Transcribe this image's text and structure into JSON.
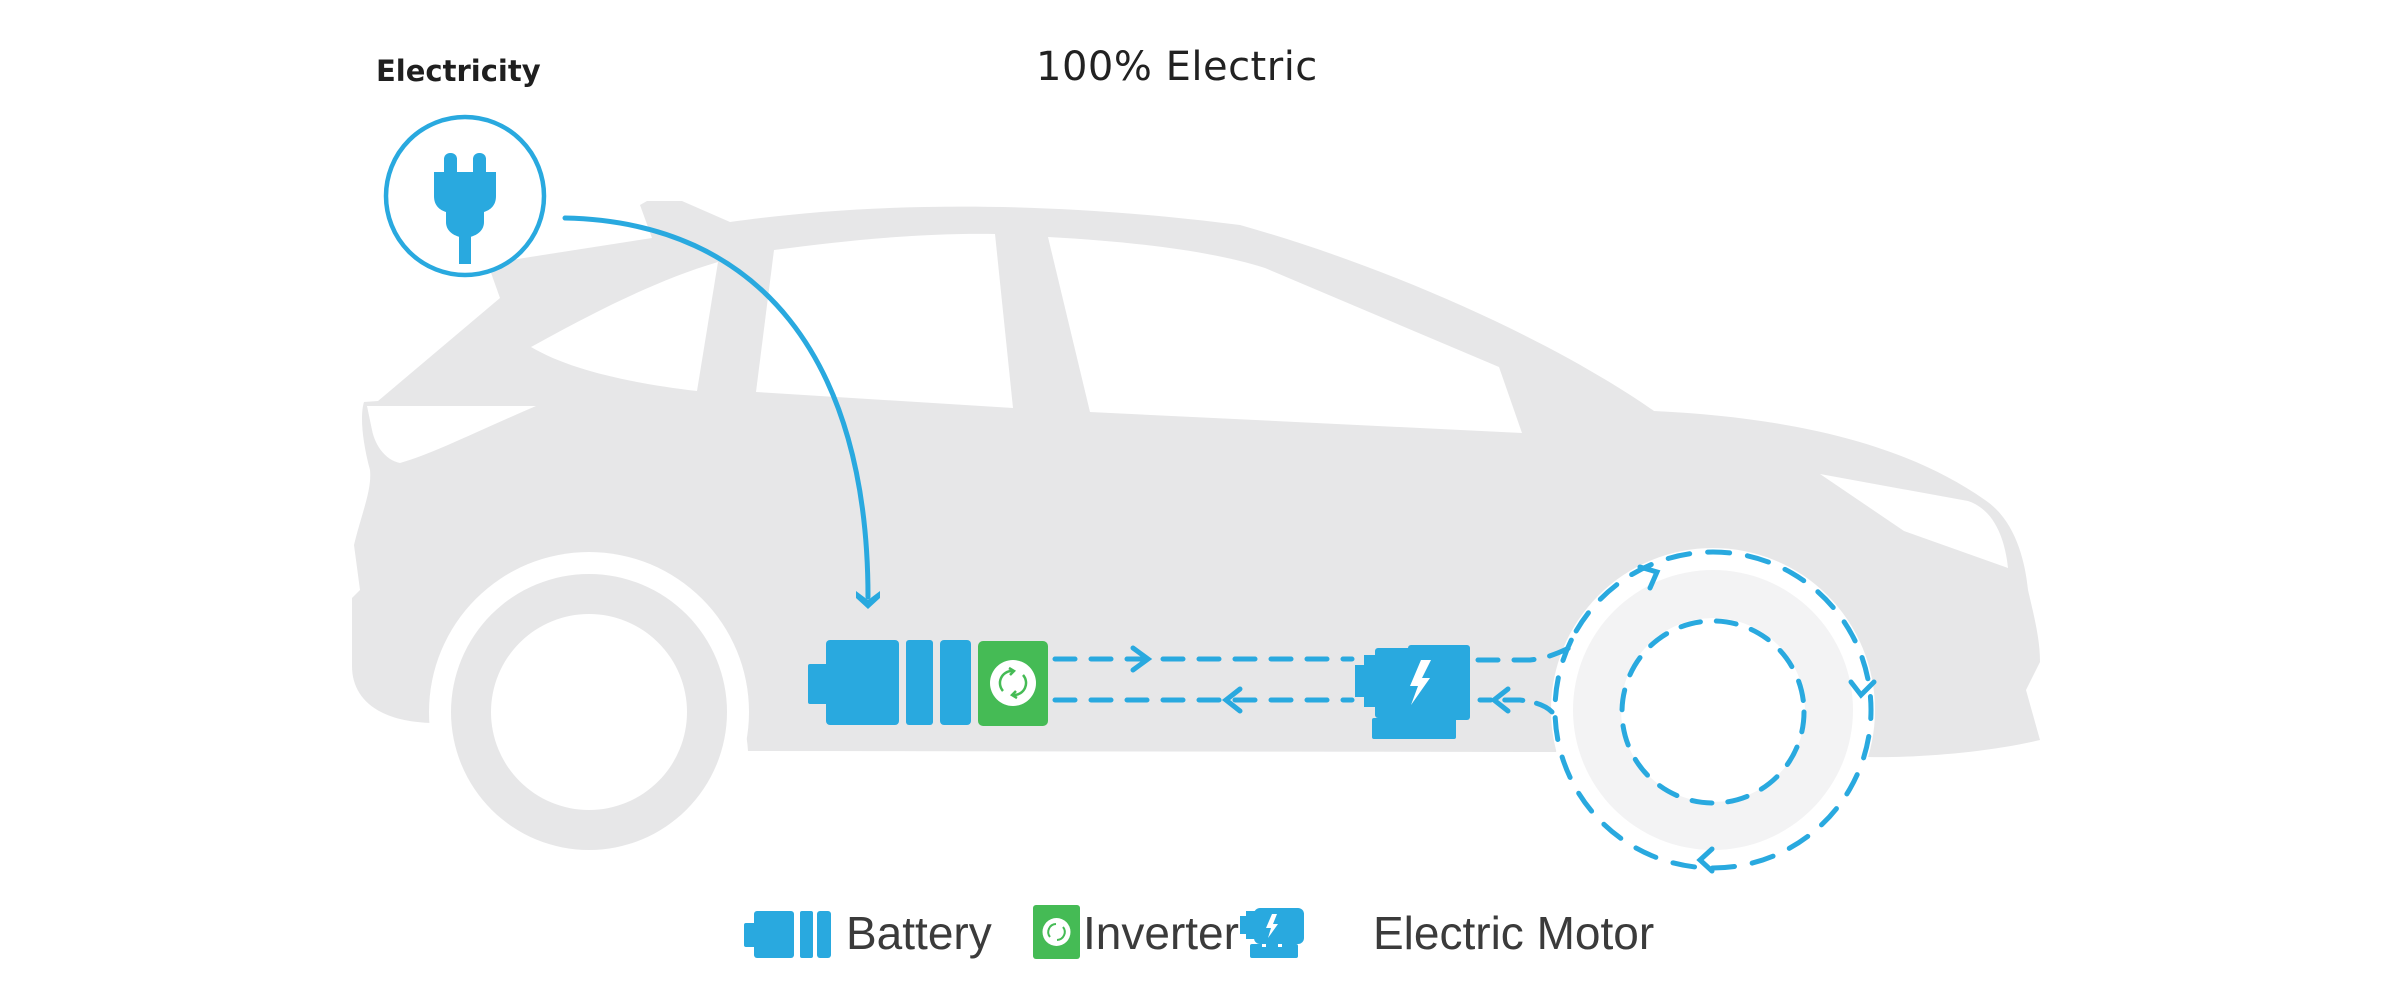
{
  "diagram": {
    "title": "100% Electric",
    "source_label": "Electricity",
    "colors": {
      "accent_blue": "#29a9df",
      "inverter_green": "#45bb55",
      "car_body": "#e7e7e8",
      "tire_inner": "#f4f4f5",
      "text_dark": "#222222",
      "legend_text": "#3b3b3b"
    },
    "components": [
      {
        "id": "power-plug",
        "icon": "plug-icon",
        "label": "Electricity"
      },
      {
        "id": "battery",
        "icon": "battery-icon",
        "label": "Battery"
      },
      {
        "id": "inverter",
        "icon": "inverter-icon",
        "label": "Inverter"
      },
      {
        "id": "motor",
        "icon": "electric-motor-icon",
        "label": "Electric Motor"
      },
      {
        "id": "rear-wheel",
        "icon": "wheel-icon",
        "label": ""
      }
    ],
    "flows": [
      {
        "from": "Electricity",
        "to": "Battery",
        "style": "solid-arrow"
      },
      {
        "from": "Inverter",
        "to": "Electric Motor",
        "style": "dashed-arrow"
      },
      {
        "from": "Electric Motor",
        "to": "Inverter",
        "style": "dashed-arrow"
      },
      {
        "from": "Electric Motor",
        "to": "Wheel",
        "style": "dashed-loop-clockwise"
      }
    ]
  },
  "legend": {
    "items": [
      {
        "icon": "battery-icon",
        "label": "Battery"
      },
      {
        "icon": "inverter-icon",
        "label": "Inverter"
      },
      {
        "icon": "electric-motor-icon",
        "label": "Electric Motor"
      }
    ]
  }
}
